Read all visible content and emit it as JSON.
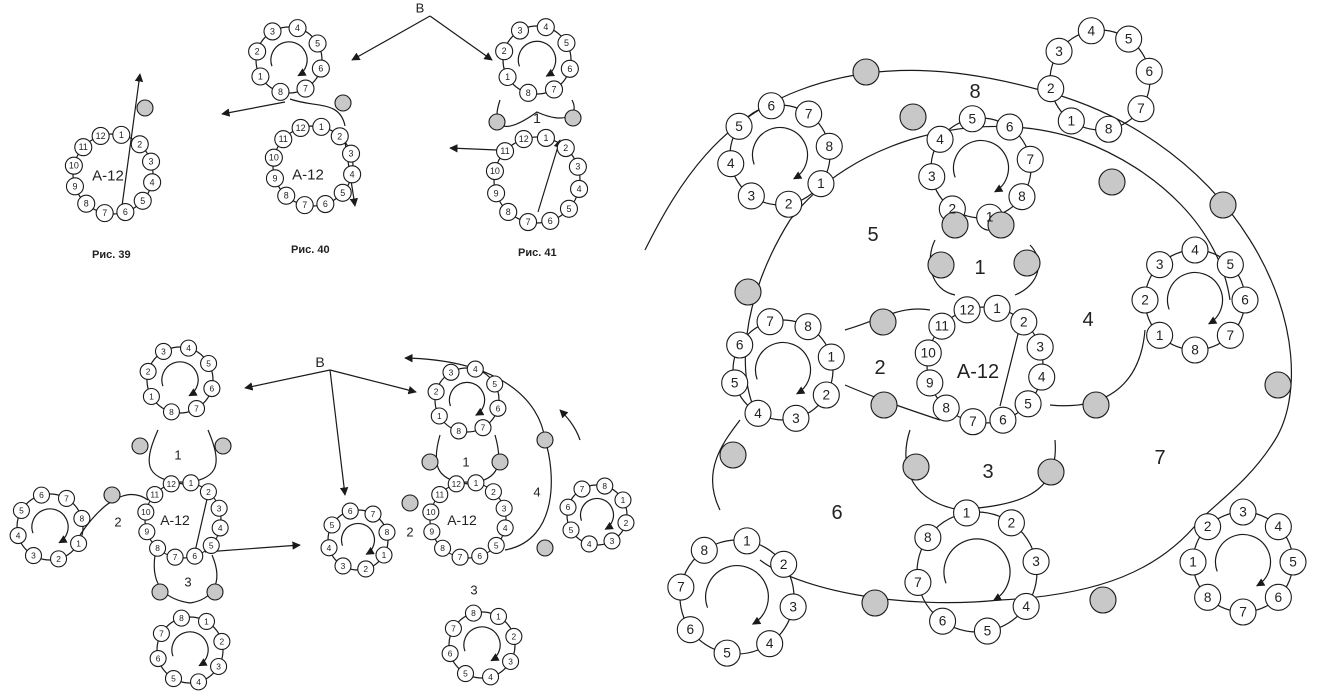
{
  "captions": {
    "fig39": "Рис. 39",
    "fig40": "Рис. 40",
    "fig41": "Рис. 41"
  },
  "labels": {
    "center": "A-12",
    "b": "B",
    "rings": [
      "1",
      "2",
      "3",
      "4",
      "5",
      "6",
      "7",
      "8"
    ],
    "bead_numbers": [
      "1",
      "2",
      "3",
      "4",
      "5",
      "6",
      "7",
      "8",
      "9",
      "10",
      "11",
      "12"
    ]
  },
  "colors": {
    "line": "#1a1a1a",
    "bead_fill": "#ffffff",
    "shaded_bead": "#c8c8c8"
  }
}
